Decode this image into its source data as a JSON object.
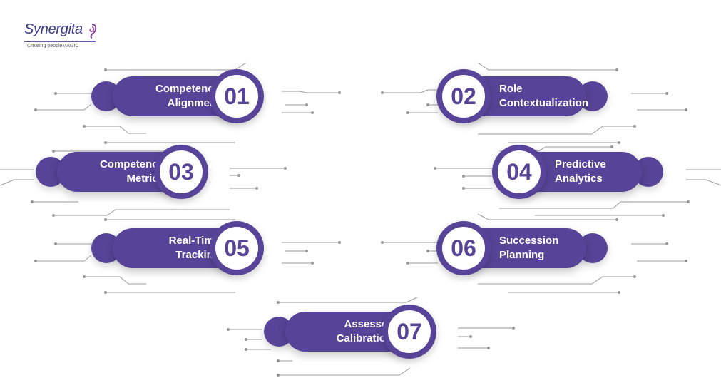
{
  "brand": {
    "name": "Synergita",
    "tagline": "Creating peopleMAGIC",
    "primary_color": "#574498"
  },
  "items": [
    {
      "number": "01",
      "line1": "Competency",
      "line2": "Alignment"
    },
    {
      "number": "02",
      "line1": "Role",
      "line2": "Contextualization"
    },
    {
      "number": "03",
      "line1": "Competency",
      "line2": "Metrics"
    },
    {
      "number": "04",
      "line1": "Predictive",
      "line2": "Analytics"
    },
    {
      "number": "05",
      "line1": "Real-Time",
      "line2": "Tracking"
    },
    {
      "number": "06",
      "line1": "Succession",
      "line2": "Planning"
    },
    {
      "number": "07",
      "line1": "Assessor",
      "line2": "Calibration"
    }
  ]
}
